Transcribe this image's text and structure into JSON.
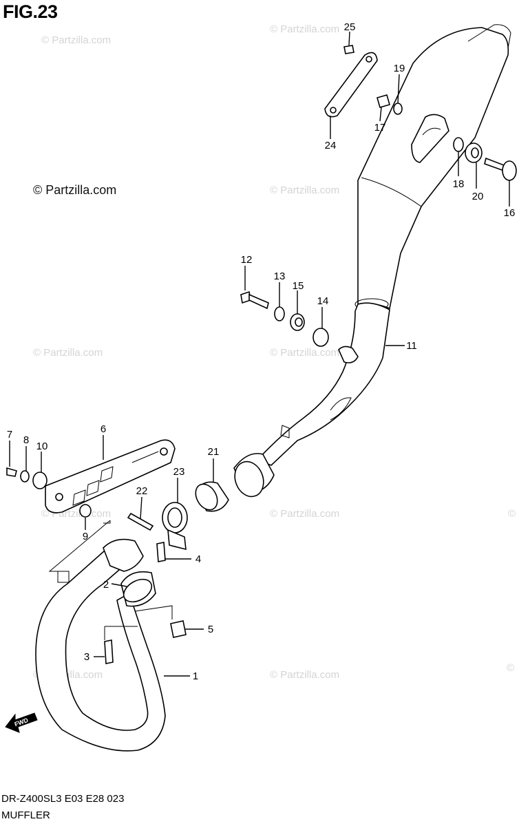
{
  "title": "FIG.23",
  "footer": {
    "model_code": "DR-Z400SL3  E03  E28  023",
    "section_name": "MUFFLER"
  },
  "watermark": "© Partzilla.com",
  "direction_marker": "FWD",
  "callouts": [
    "1",
    "2",
    "3",
    "4",
    "5",
    "6",
    "7",
    "8",
    "9",
    "10",
    "11",
    "12",
    "13",
    "14",
    "15",
    "16",
    "17",
    "18",
    "19",
    "20",
    "21",
    "22",
    "23",
    "24",
    "25"
  ]
}
